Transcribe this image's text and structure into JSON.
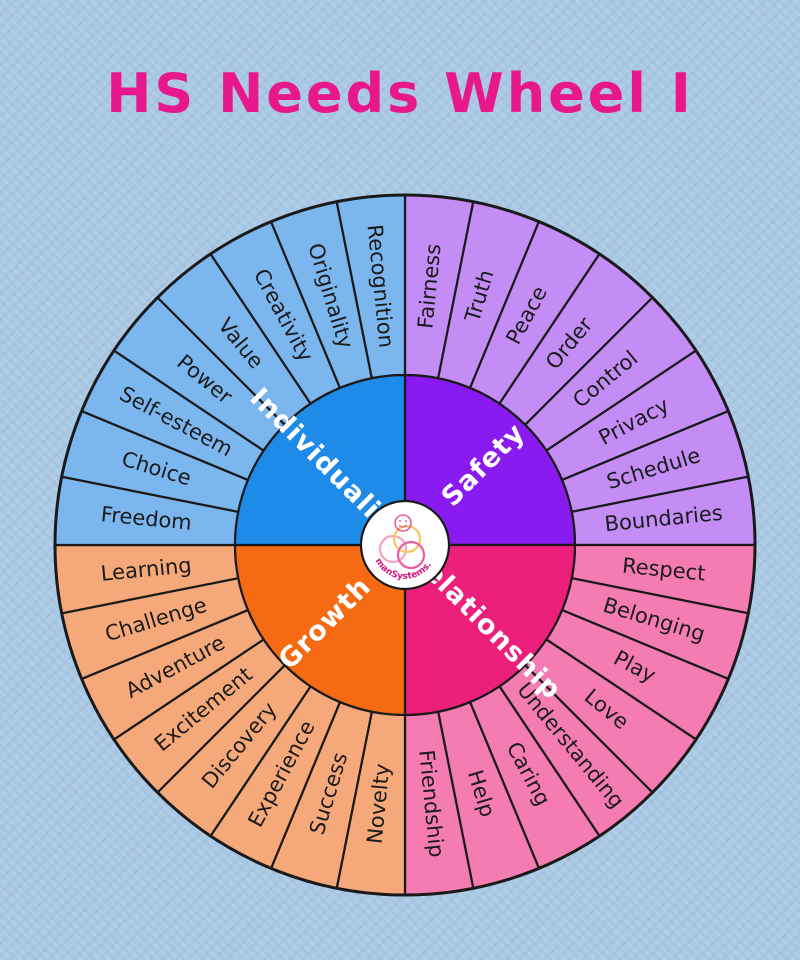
{
  "title": "HS Needs Wheel I",
  "logo": {
    "text": "HumanSystems.co"
  },
  "colors": {
    "title": "#e8188c",
    "individuality_core": "#1e8be8",
    "individuality_outer": "#7bb6ee",
    "safety_core": "#8a1bf0",
    "safety_outer": "#c48cf5",
    "relationship_core": "#ec1f7a",
    "relationship_outer": "#f57bb3",
    "growth_core": "#f56a12",
    "growth_outer": "#f5a87a"
  },
  "quadrants": [
    {
      "name": "Safety",
      "needs": [
        "Fairness",
        "Truth",
        "Peace",
        "Order",
        "Control",
        "Privacy",
        "Schedule",
        "Boundaries"
      ]
    },
    {
      "name": "Relationship",
      "needs": [
        "Respect",
        "Belonging",
        "Play",
        "Love",
        "Understanding",
        "Caring",
        "Help",
        "Friendship"
      ]
    },
    {
      "name": "Growth",
      "needs": [
        "Novelty",
        "Success",
        "Experience",
        "Discovery",
        "Excitement",
        "Adventure",
        "Challenge",
        "Learning"
      ]
    },
    {
      "name": "Individuality",
      "needs": [
        "Freedom",
        "Choice",
        "Self-esteem",
        "Power",
        "Value",
        "Creativity",
        "Originality",
        "Recognition"
      ]
    }
  ]
}
